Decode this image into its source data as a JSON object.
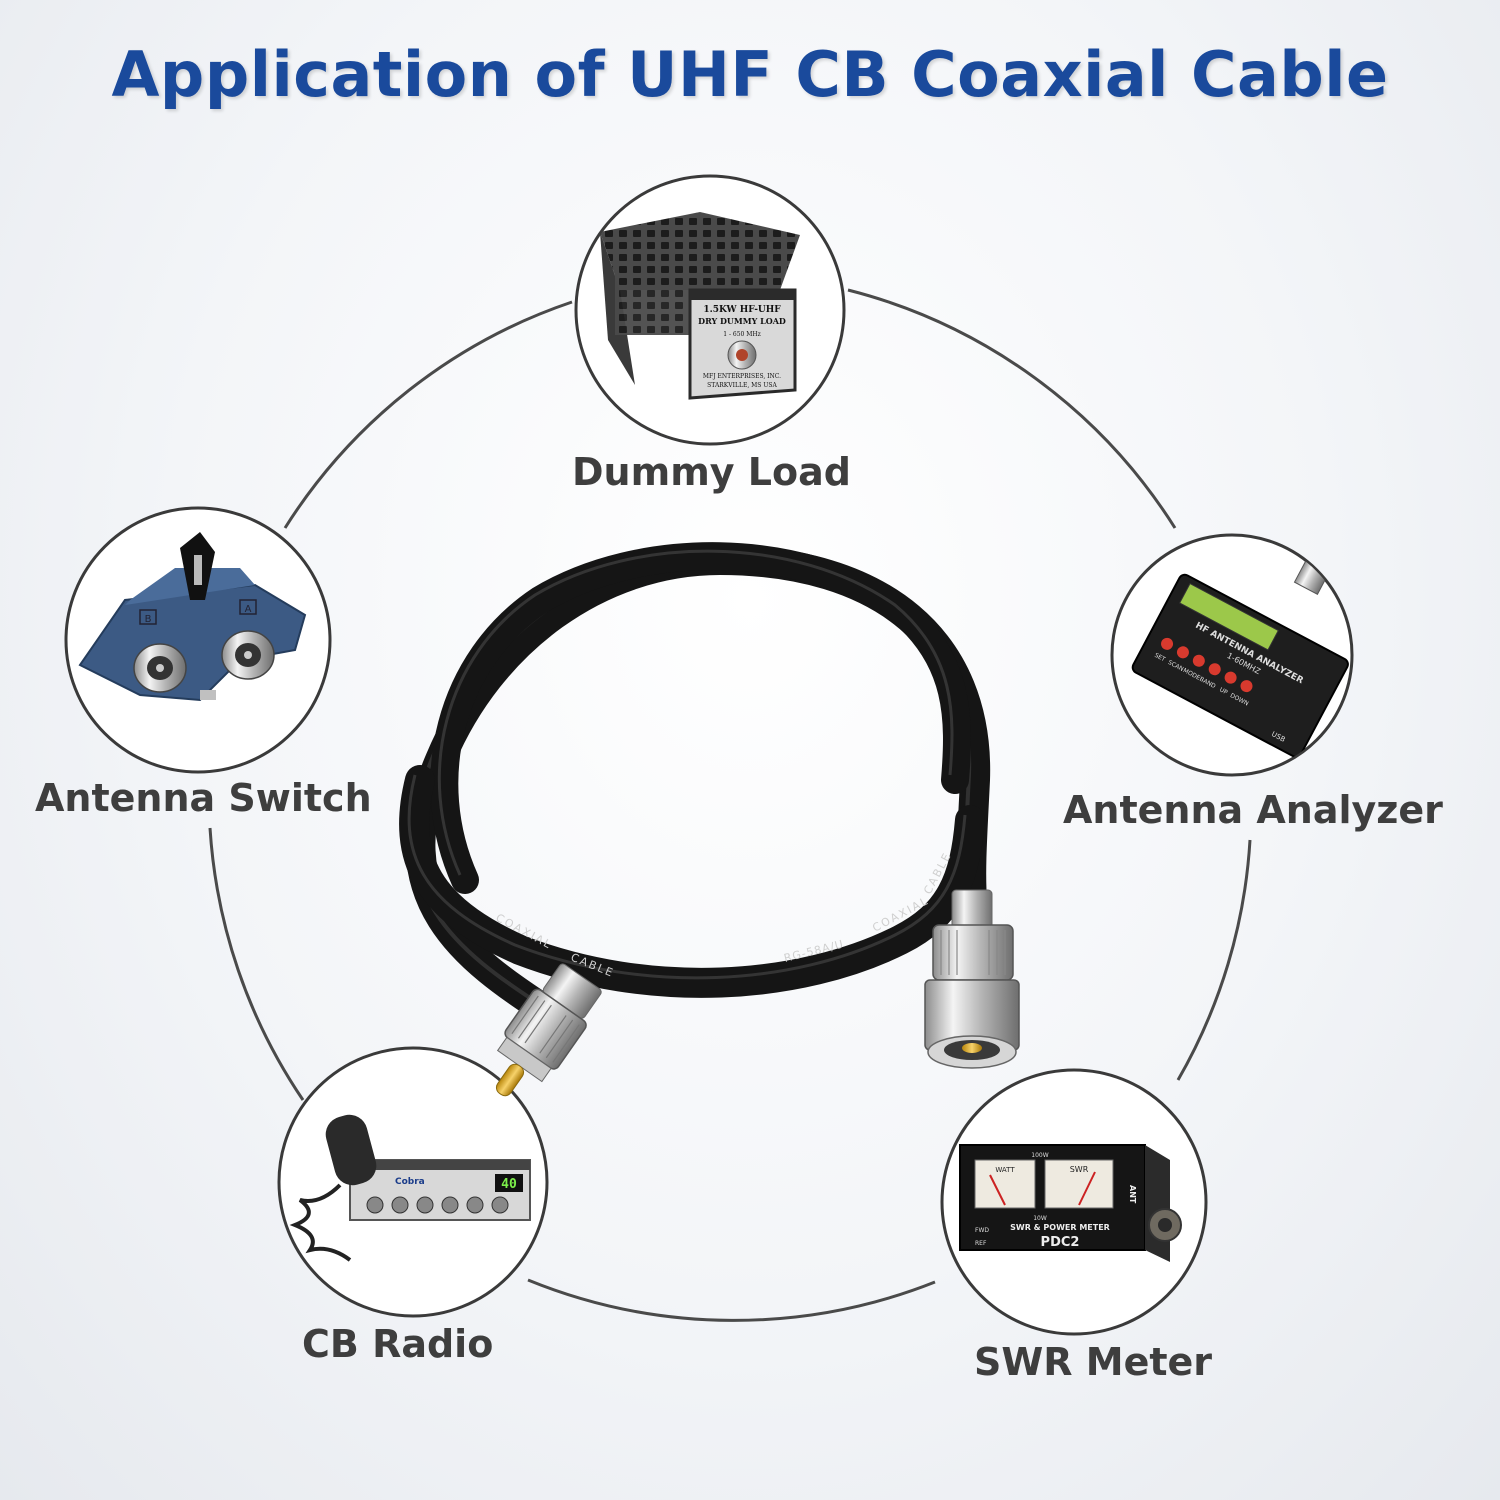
{
  "title": "Application of UHF CB Coaxial Cable",
  "applications": [
    {
      "label": "Dummy Load",
      "device_text": [
        "1.5KW HF-UHF",
        "DRY DUMMY LOAD",
        "1 - 650 MHz",
        "MFJ ENTERPRISES, INC.",
        "STARKVILLE, MS USA"
      ]
    },
    {
      "label": "Antenna Switch",
      "device_text": [
        "B",
        "A"
      ]
    },
    {
      "label": "Antenna Analyzer",
      "device_text": [
        "HF ANTENNA ANALYZER",
        "1-60MHZ",
        "SET",
        "SCAN",
        "MODE",
        "BAND",
        "UP",
        "DOWN",
        "USB"
      ]
    },
    {
      "label": "CB Radio",
      "device_text": [
        "Cobra",
        "40"
      ]
    },
    {
      "label": "SWR Meter",
      "device_text": [
        "WATT",
        "SWR",
        "SWR & POWER METER",
        "PDC2",
        "ANT",
        "FWD",
        "REF",
        "100W",
        "10W"
      ]
    }
  ],
  "cable": {
    "print_text": [
      "COAXIAL",
      "CABLE",
      "RG-58A/U",
      "COAXIAL",
      "CABLE"
    ]
  },
  "colors": {
    "title": "#1a4a9c",
    "label": "#3e3e3e",
    "ring": "#4a4a4a",
    "cable": "#151515"
  }
}
